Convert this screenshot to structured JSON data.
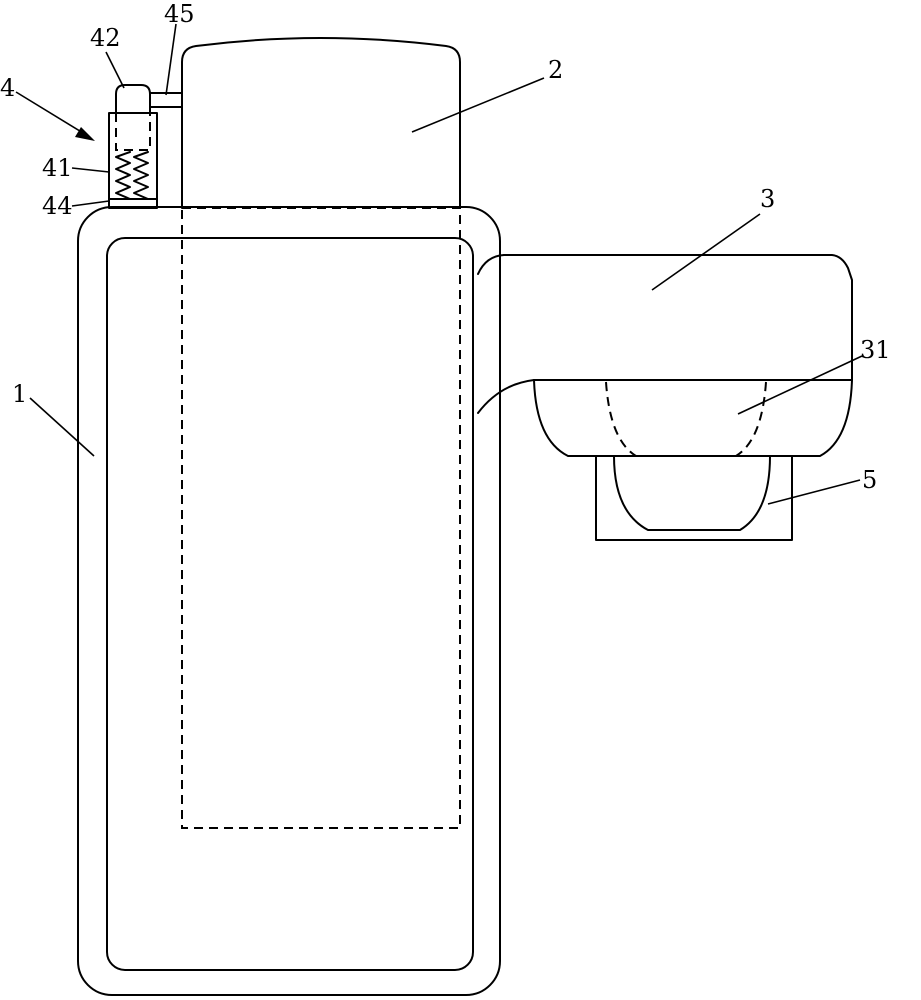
{
  "labels": {
    "body": "1",
    "tank": "2",
    "head": "3",
    "head_inner": "31",
    "assembly": "4",
    "sleeve": "41",
    "cap": "42",
    "base": "44",
    "link": "45",
    "cup": "5"
  },
  "colors": {
    "line": "#000000",
    "background": "#ffffff"
  }
}
